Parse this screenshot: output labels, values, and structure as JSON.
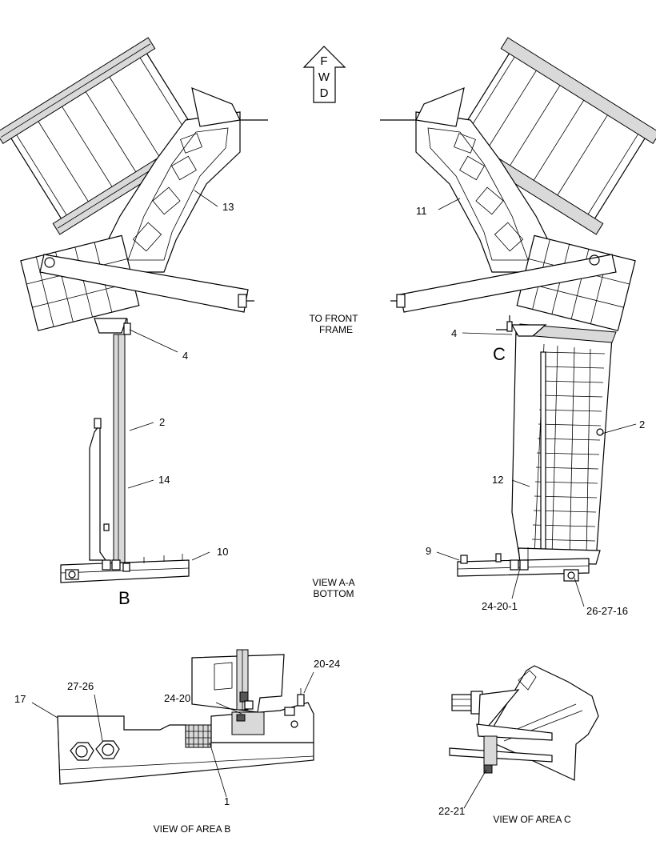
{
  "fwd_arrow": {
    "letters": [
      "F",
      "W",
      "D"
    ]
  },
  "view_aa": {
    "caption_line1": "VIEW A-A",
    "caption_line2": "BOTTOM",
    "to_front_line1": "TO FRONT",
    "to_front_line2": "FRAME",
    "view_letter_b": "B",
    "view_letter_c": "C"
  },
  "callouts": {
    "c13": "13",
    "c11": "11",
    "c4_left": "4",
    "c4_right": "4",
    "c2_left": "2",
    "c2_right": "2",
    "c14": "14",
    "c12": "12",
    "c10": "10",
    "c9": "9",
    "c24_20_1": "24-20-1",
    "c26_27_16": "26-27-16",
    "c17": "17",
    "c27_26": "27-26",
    "c24_20": "24-20",
    "c20_24": "20-24",
    "c1": "1",
    "c22_21": "22-21"
  },
  "detail_b": {
    "caption": "VIEW OF AREA B"
  },
  "detail_c": {
    "caption": "VIEW OF AREA C"
  }
}
